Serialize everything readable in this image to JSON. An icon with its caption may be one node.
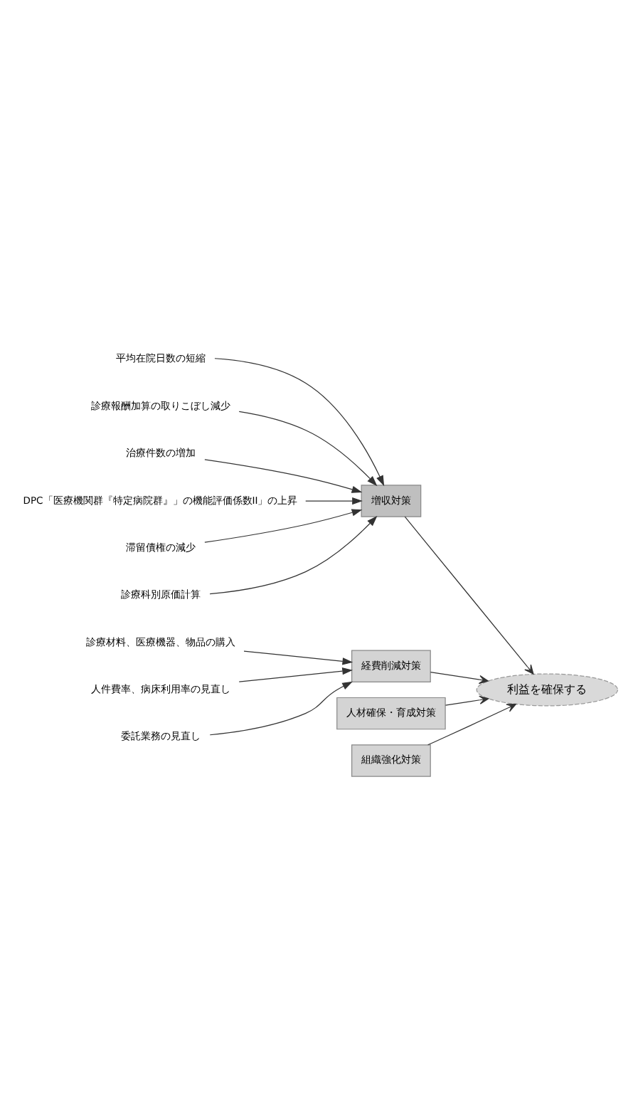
{
  "diagram": {
    "nodes": [
      {
        "text": [
          "利益を確保する"
        ]
      },
      {
        "text": [
          "増収対策"
        ]
      },
      {
        "text": [
          "経費削減対策"
        ]
      },
      {
        "text": [
          "人材確保・育成対策"
        ]
      },
      {
        "text": [
          "組織強化対策"
        ]
      },
      {
        "text": [
          "平均在院日数の短縮"
        ]
      },
      {
        "text": [
          "診療報酬加算の取りこぼし減少"
        ]
      },
      {
        "text": [
          "治療件数の増加"
        ]
      },
      {
        "text": [
          "DPC「医療機関群『特定病院群』」の機能評価係数II」の上昇"
        ]
      },
      {
        "text": [
          "滞留債権の減少"
        ]
      },
      {
        "text": [
          "診療科別原価計算"
        ]
      },
      {
        "text": [
          "診療材料、医療機器、物品の購入"
        ]
      },
      {
        "text": [
          "人件費率、病床利用率の見直し"
        ]
      },
      {
        "text": [
          "委託業務の見直し"
        ]
      }
    ],
    "edges": [
      {
        "from": 1,
        "to": 0,
        "arrow": "to"
      },
      {
        "from": 2,
        "to": 0,
        "arrow": "to"
      },
      {
        "from": 3,
        "to": 0,
        "arrow": "to"
      },
      {
        "from": 4,
        "to": 0,
        "arrow": "to"
      },
      {
        "from": 5,
        "to": 1,
        "arrow": "to"
      },
      {
        "from": 6,
        "to": 1,
        "arrow": "to"
      },
      {
        "from": 7,
        "to": 1,
        "arrow": "to"
      },
      {
        "from": 8,
        "to": 1,
        "arrow": "to"
      },
      {
        "from": 9,
        "to": 1,
        "arrow": "to"
      },
      {
        "from": 10,
        "to": 1,
        "arrow": "to"
      },
      {
        "from": 11,
        "to": 2,
        "arrow": "to"
      },
      {
        "from": 12,
        "to": 2,
        "arrow": "to"
      },
      {
        "from": 13,
        "to": 2,
        "arrow": "to"
      }
    ]
  }
}
